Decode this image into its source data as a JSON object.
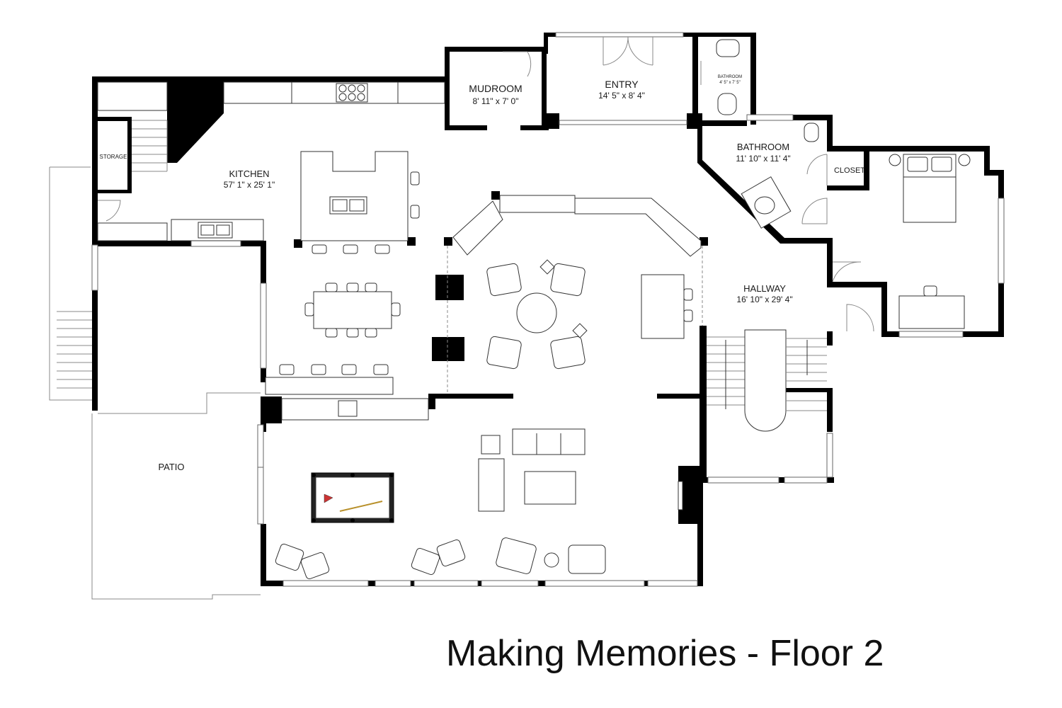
{
  "title": "Making Memories - Floor 2",
  "rooms": {
    "mudroom": {
      "name": "MUDROOM",
      "dims": "8' 11\" x 7' 0\""
    },
    "entry": {
      "name": "ENTRY",
      "dims": "14' 5\" x 8' 4\""
    },
    "bathroom_small": {
      "name": "BATHROOM",
      "dims": "4' 5\" x 7' 5\""
    },
    "bathroom": {
      "name": "BATHROOM",
      "dims": "11' 10\" x 11' 4\""
    },
    "closet": {
      "name": "CLOSET"
    },
    "kitchen": {
      "name": "KITCHEN",
      "dims": "57' 1\" x 25' 1\""
    },
    "storage": {
      "name": "STORAGE"
    },
    "hallway": {
      "name": "HALLWAY",
      "dims": "16' 10\" x 29' 4\""
    },
    "patio": {
      "name": "PATIO"
    }
  },
  "colors": {
    "wall": "#000000",
    "line": "#333333",
    "background": "#ffffff"
  }
}
